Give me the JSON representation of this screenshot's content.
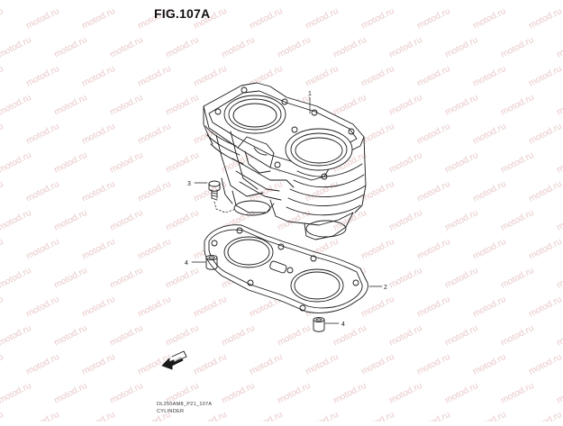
{
  "figure": {
    "title": "FIG.107A",
    "model_code": "DL250AM8_P21_107A",
    "caption": "CYLINDER",
    "watermark_text": "motod.ru",
    "direction_label": "FWD"
  },
  "callouts": [
    {
      "number": "1",
      "part": "cylinder-block"
    },
    {
      "number": "2",
      "part": "cylinder-gasket"
    },
    {
      "number": "3",
      "part": "bolt"
    },
    {
      "number": "4",
      "part": "dowel-pin-upper"
    },
    {
      "number": "4",
      "part": "dowel-pin-lower"
    }
  ],
  "colors": {
    "line": "#1a1a1a",
    "watermark": "#e9c9c9",
    "background": "#ffffff"
  }
}
